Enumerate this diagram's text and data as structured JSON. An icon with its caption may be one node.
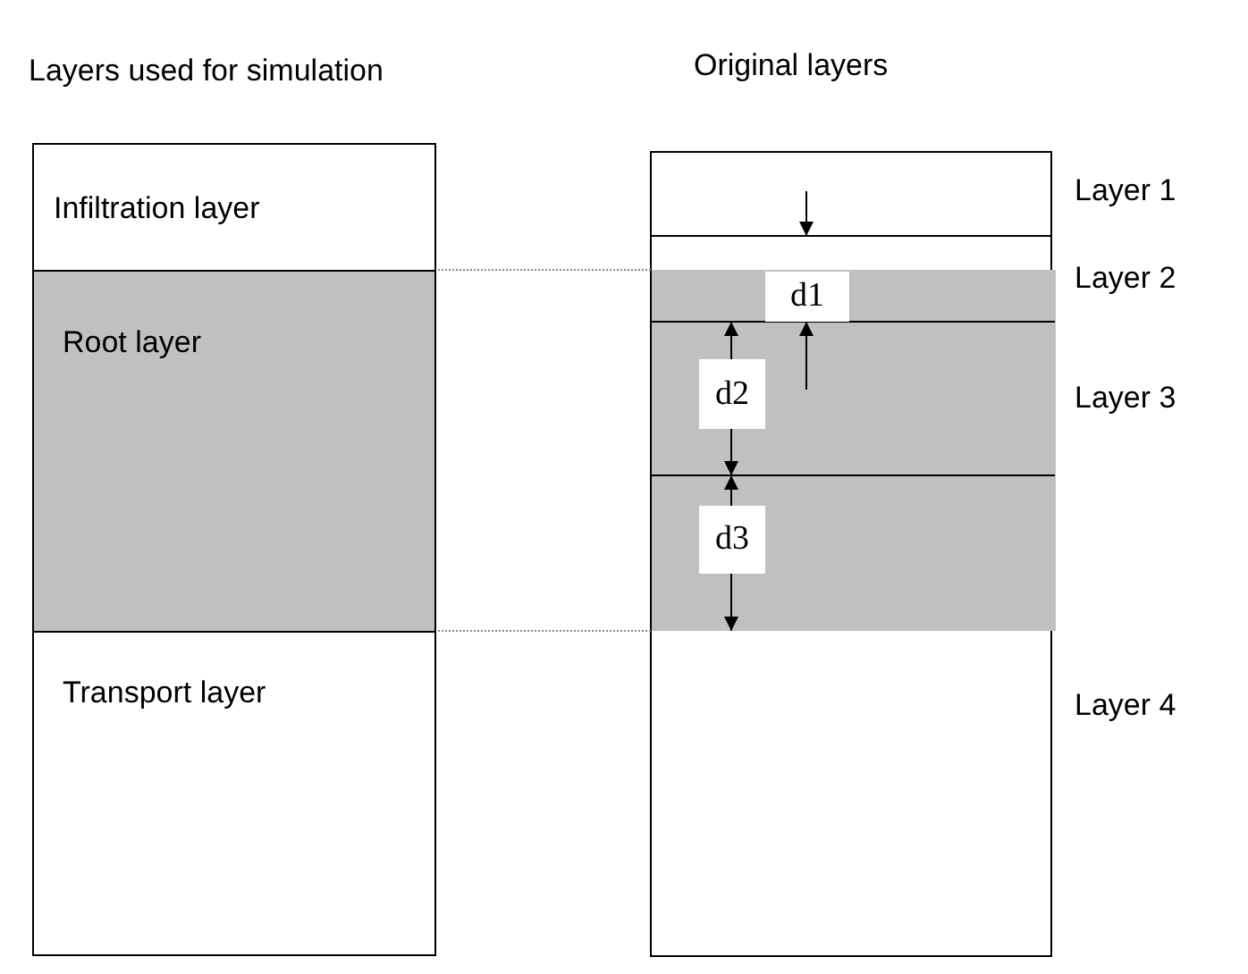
{
  "diagram": {
    "nodes": [
      {
        "text": [
          "Infiltration layer"
        ]
      },
      {
        "text": [
          "Root layer"
        ]
      },
      {
        "text": [
          "Transport layer"
        ]
      }
    ],
    "edges": [],
    "labels": [
      "Layers used for simulation",
      "Original layers",
      "Layer 1",
      "Layer 2",
      "d1",
      "d2",
      "Layer 3",
      "d3",
      "Layer 4"
    ]
  }
}
